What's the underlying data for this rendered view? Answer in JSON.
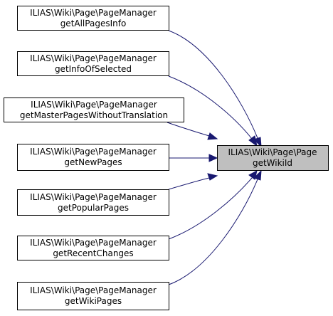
{
  "diagram": {
    "target": {
      "line1": "ILIAS\\Wiki\\Page\\Page",
      "line2": "getWikiId"
    },
    "callers": [
      {
        "line1": "ILIAS\\Wiki\\Page\\PageManager",
        "line2": "getAllPagesInfo"
      },
      {
        "line1": "ILIAS\\Wiki\\Page\\PageManager",
        "line2": "getInfoOfSelected"
      },
      {
        "line1": "ILIAS\\Wiki\\Page\\PageManager",
        "line2": "getMasterPagesWithoutTranslation"
      },
      {
        "line1": "ILIAS\\Wiki\\Page\\PageManager",
        "line2": "getNewPages"
      },
      {
        "line1": "ILIAS\\Wiki\\Page\\PageManager",
        "line2": "getPopularPages"
      },
      {
        "line1": "ILIAS\\Wiki\\Page\\PageManager",
        "line2": "getRecentChanges"
      },
      {
        "line1": "ILIAS\\Wiki\\Page\\PageManager",
        "line2": "getWikiPages"
      }
    ],
    "colors": {
      "edge": "#191970",
      "target_fill": "#bfbfbf",
      "node_fill": "#ffffff",
      "border": "#000000"
    }
  }
}
